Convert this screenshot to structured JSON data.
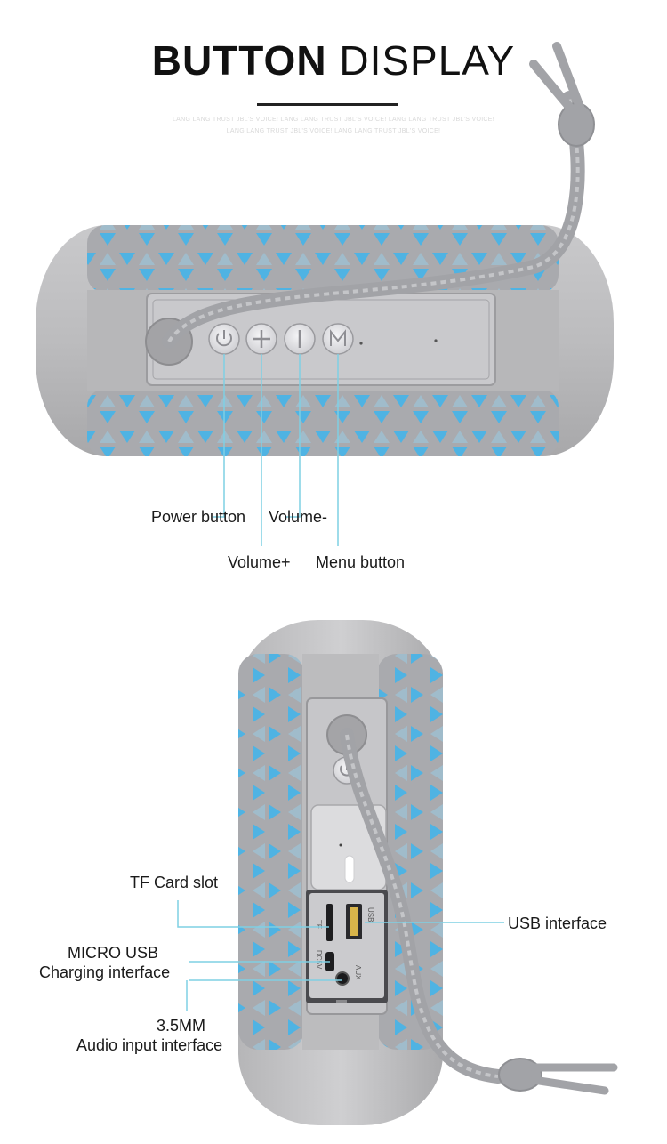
{
  "header": {
    "title_bold": "BUTTON",
    "title_light": "DISPLAY",
    "watermark_line1": "LANG LANG TRUST JBL'S VOICE! LANG LANG TRUST JBL'S VOICE! LANG LANG TRUST JBL'S VOICE!",
    "watermark_line2": "LANG LANG TRUST JBL'S VOICE! LANG LANG TRUST JBL'S VOICE!"
  },
  "top_callouts": {
    "power_button": "Power button",
    "volume_minus": "Volume-",
    "volume_plus": "Volume+",
    "menu_button": "Menu button"
  },
  "bottom_callouts": {
    "tf_card_slot": "TF Card slot",
    "micro_usb_line1": "MICRO USB",
    "micro_usb_line2": "Charging interface",
    "usb_interface": "USB interface",
    "audio_line1": "3.5MM",
    "audio_line2": "Audio input interface"
  },
  "port_markings": {
    "tf": "TF",
    "dc5v": "DC5V",
    "aux": "AUX",
    "usb": "USB"
  },
  "colors": {
    "body_gray": "#b9b9bb",
    "fabric_gray": "#a7a8ab",
    "fabric_blue": "#4fb3e3",
    "callout_line": "#7fd0e4"
  }
}
